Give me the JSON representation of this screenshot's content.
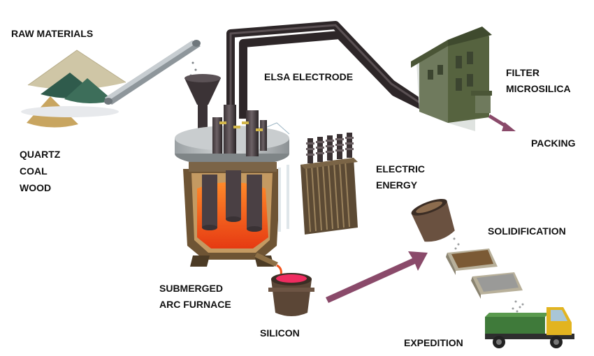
{
  "labels": {
    "raw_materials": "RAW MATERIALS",
    "quartz": "QUARTZ",
    "coal": "COAL",
    "wood": "WOOD",
    "elsa_electrode": "ELSA ELECTRODE",
    "filter": "FILTER",
    "microsilica": "MICROSILICA",
    "packing": "PACKING",
    "electric": "ELECTRIC",
    "energy": "ENERGY",
    "solidification": "SOLIDIFICATION",
    "submerged": "SUBMERGED",
    "arc_furnace": "ARC FURNACE",
    "silicon": "SILICON",
    "expedition": "EXPEDITION"
  },
  "colors": {
    "duct": "#2d2628",
    "furnace_body": "#6e5434",
    "molten": "#f2531c",
    "flow_arrow": "#8a4a6a",
    "building": "#5e6b4e",
    "truck_cab": "#e2b420",
    "truck_bed": "#3f7a3a"
  }
}
